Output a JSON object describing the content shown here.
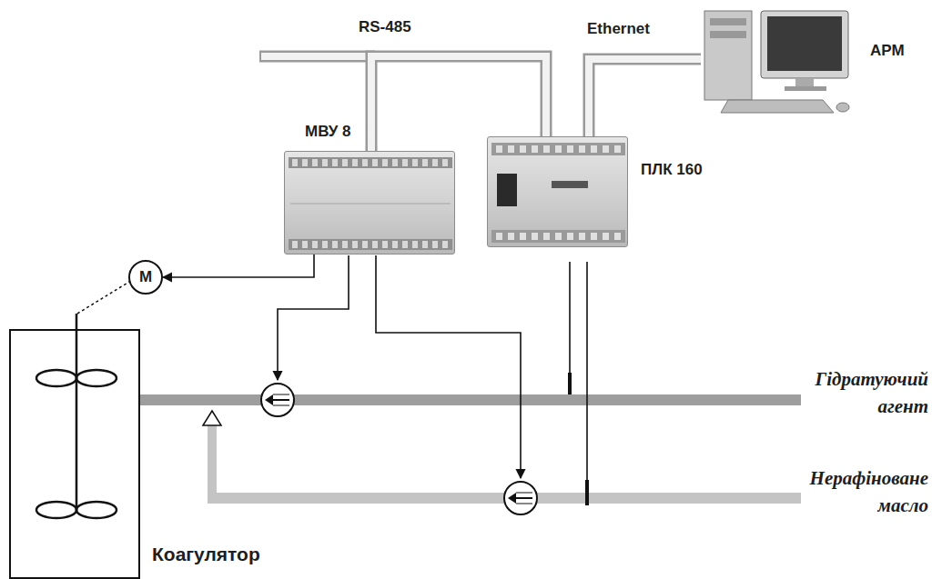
{
  "diagram": {
    "nodes": [
      {
        "text": [
          "МВУ 8"
        ]
      },
      {
        "text": [
          "ПЛК 160"
        ]
      },
      {
        "text": [
          "АРМ"
        ]
      },
      {
        "text": [
          "M"
        ]
      },
      {
        "text": [
          "Коагулятор"
        ]
      }
    ],
    "edges": [
      {
        "from": 0,
        "to": 1,
        "arrow": "none",
        "label": "RS-485"
      },
      {
        "from": 1,
        "to": 2,
        "arrow": "none",
        "label": "Ethernet"
      },
      {
        "from": 0,
        "to": 3,
        "arrow": "to"
      }
    ],
    "labels": [
      "Гідратуючий агент",
      "Нерафіноване масло"
    ]
  }
}
